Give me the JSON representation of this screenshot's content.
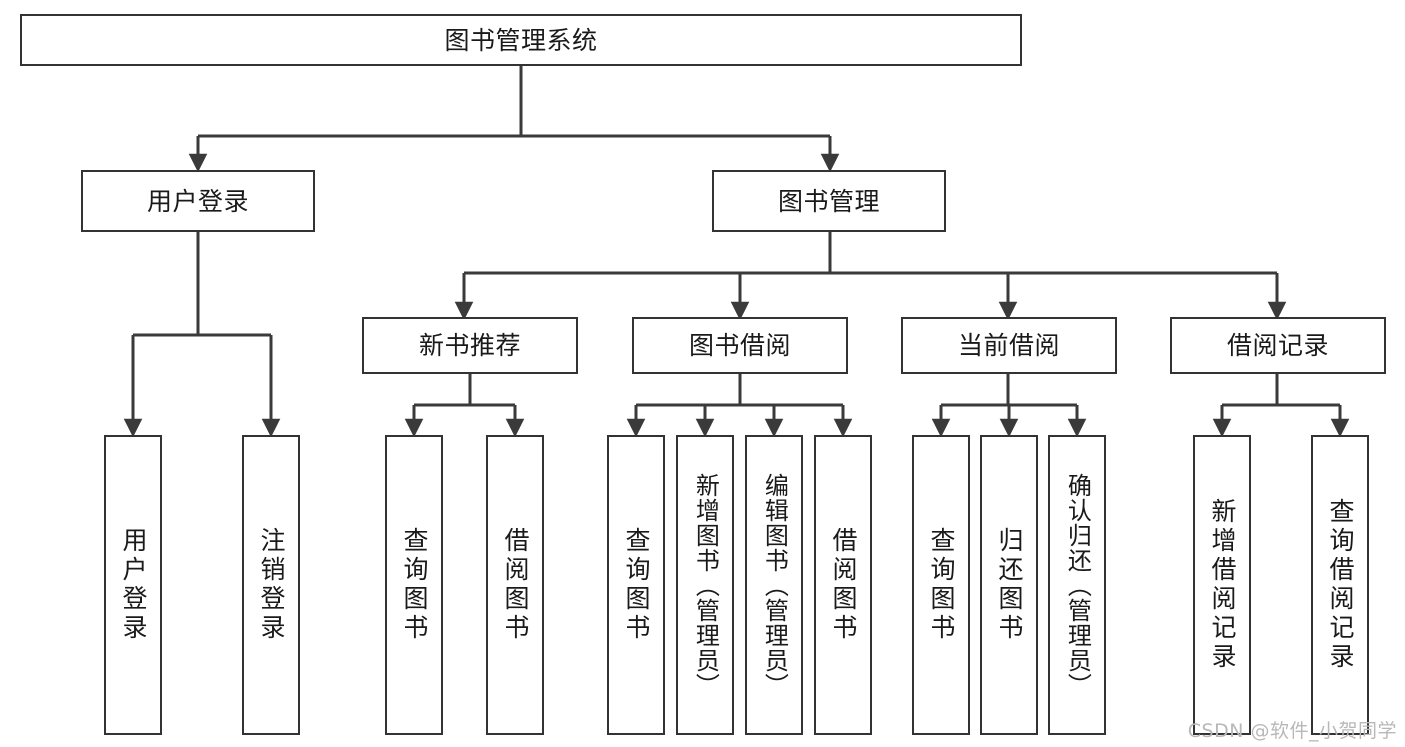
{
  "diagram": {
    "title": "图书管理系统",
    "type": "tree-hierarchy-diagram",
    "watermark": "CSDN @软件_小贺同学",
    "colors": {
      "box_border": "#333333",
      "box_fill": "#ffffff",
      "edge": "#3a3a3a",
      "text": "#1a1a1a",
      "watermark": "#b8b8b8",
      "background": "#ffffff"
    },
    "root": {
      "label": "图书管理系统"
    },
    "level2": [
      {
        "label": "用户登录"
      },
      {
        "label": "图书管理"
      }
    ],
    "level3": [
      {
        "label": "新书推荐"
      },
      {
        "label": "图书借阅"
      },
      {
        "label": "当前借阅"
      },
      {
        "label": "借阅记录"
      }
    ],
    "leaves": {
      "user_login": [
        {
          "label": "用户登录"
        },
        {
          "label": "注销登录"
        }
      ],
      "new_book": [
        {
          "label": "查询图书"
        },
        {
          "label": "借阅图书"
        }
      ],
      "book_borrow": [
        {
          "label": "查询图书"
        },
        {
          "label": "新增图书（管理员）"
        },
        {
          "label": "编辑图书（管理员）"
        },
        {
          "label": "借阅图书"
        }
      ],
      "current_borrow": [
        {
          "label": "查询图书"
        },
        {
          "label": "归还图书"
        },
        {
          "label": "确认归还（管理员）"
        }
      ],
      "borrow_record": [
        {
          "label": "新增借阅记录"
        },
        {
          "label": "查询借阅记录"
        }
      ]
    }
  }
}
